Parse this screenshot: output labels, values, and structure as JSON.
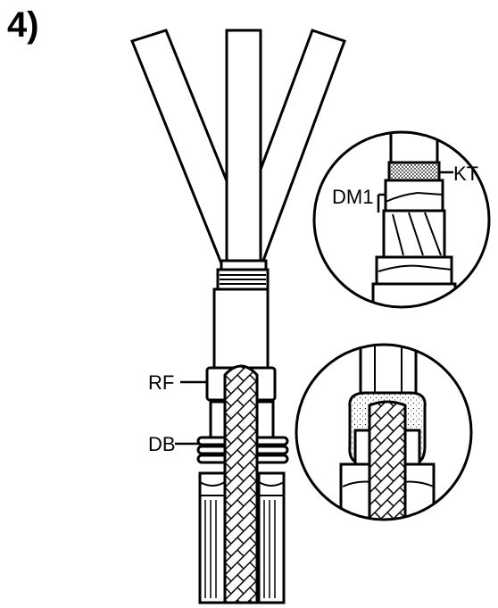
{
  "figure": {
    "step_number": "4)",
    "callouts": {
      "rf": "RF",
      "db": "DB",
      "kt": "KT",
      "dm1": "DM1"
    }
  }
}
